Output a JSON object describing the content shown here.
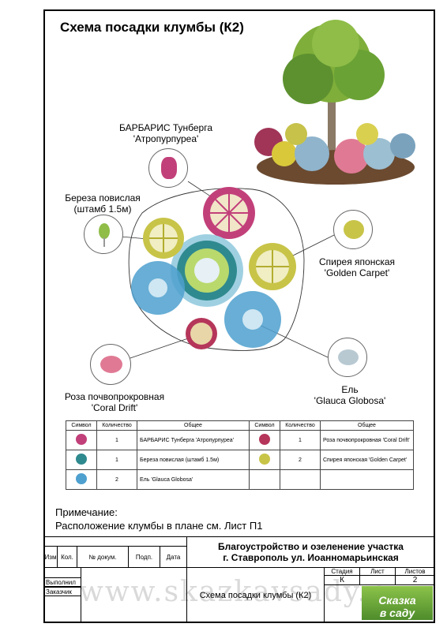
{
  "title": "Схема посадки клумбы (К2)",
  "plants": {
    "barberry": {
      "label_line1": "БАРБАРИС Тунберга",
      "label_line2": "'Атропурпуреа'"
    },
    "birch": {
      "label_line1": "Береза повислая",
      "label_line2": "(штамб 1.5м)"
    },
    "spiraea": {
      "label_line1": "Спирея японская",
      "label_line2": "'Golden Carpet'"
    },
    "spruce": {
      "label_line1": "Ель",
      "label_line2": "'Glauca Globosa'"
    },
    "rose": {
      "label_line1": "Роза почвопрокровная",
      "label_line2": "'Coral Drift'"
    }
  },
  "legend": {
    "headers": [
      "Символ",
      "Количество",
      "Общее",
      "Символ",
      "Количество",
      "Общее"
    ],
    "rows": [
      {
        "left_qty": "1",
        "left_name": "БАРБАРИС Тунберга 'Атропурпуреа'",
        "right_qty": "1",
        "right_name": "Роза почвопрокровная 'Coral Drift'"
      },
      {
        "left_qty": "1",
        "left_name": "Береза повислая (штамб 1.5м)",
        "right_qty": "2",
        "right_name": "Спирея японская 'Golden Carpet'"
      },
      {
        "left_qty": "2",
        "left_name": "Ель 'Glauca Globosa'",
        "right_qty": "",
        "right_name": ""
      }
    ]
  },
  "note": {
    "heading": "Примечание:",
    "text": "Расположение клумбы в плане см. Лист П1"
  },
  "stamp": {
    "col_headers": [
      "Изм",
      "Кол.",
      "№ докум.",
      "Подп.",
      "Дата"
    ],
    "project_line1": "Благоустройство и озеленение участка",
    "project_line2": "г. Ставрополь ул. Иоанномарьинская",
    "stage_label": "Стадия",
    "sheet_label": "Лист",
    "sheets_label": "Листов",
    "stage_value": "К",
    "sheets_value": "2",
    "performed": "Выполнил",
    "customer": "Заказчик",
    "drawing_name": "Схема посадки клумбы (К2)",
    "brand_line1": "Сказка",
    "brand_line2": "в саду",
    "watermark": "www.skazkavsady.ru"
  },
  "colors": {
    "barberry": "#c2407a",
    "birch": "#bcc242",
    "spiraea": "#c8c448",
    "spruce": "#4ea0cf",
    "rose": "#b5365a"
  }
}
